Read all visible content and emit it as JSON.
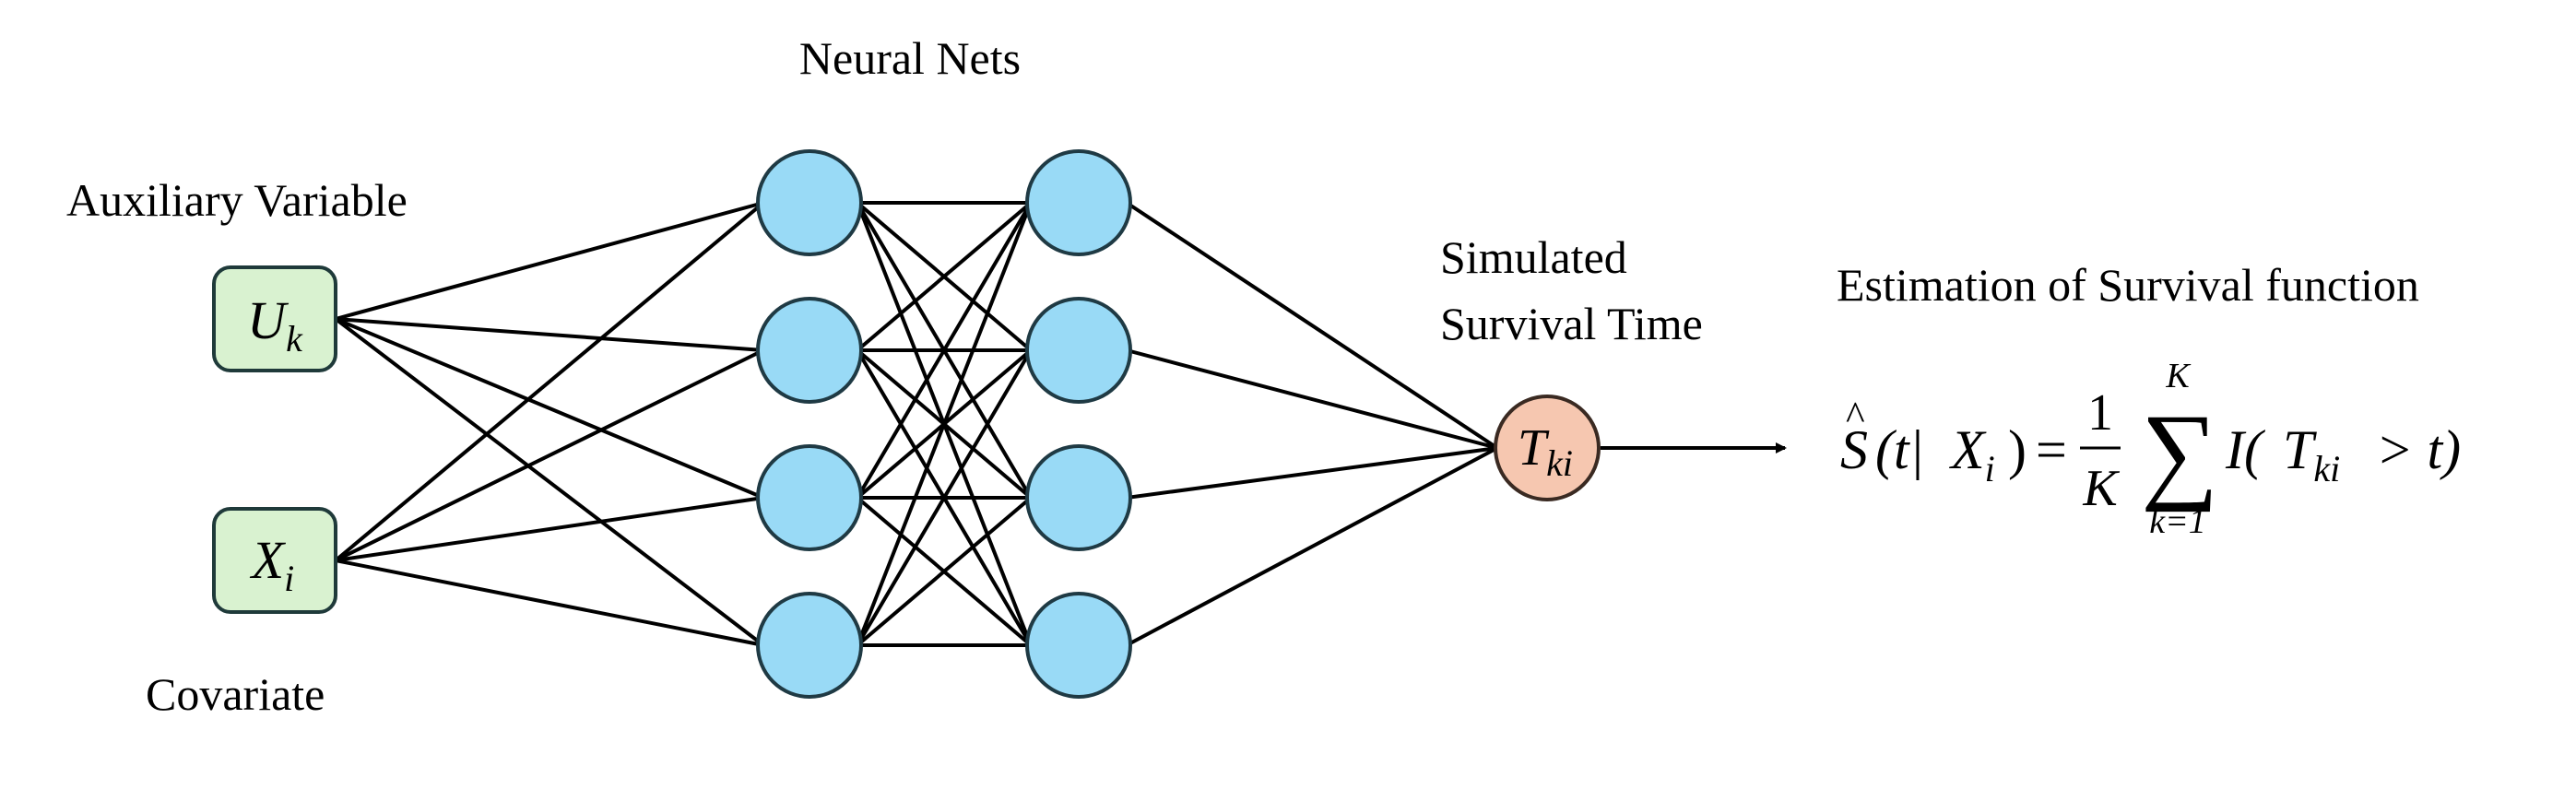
{
  "labels": {
    "neural_nets": "Neural Nets",
    "auxiliary_variable": "Auxiliary Variable",
    "covariate": "Covariate",
    "simulated_line1": "Simulated",
    "simulated_line2": "Survival Time",
    "estimation": "Estimation of Survival function"
  },
  "inputs": {
    "u": {
      "base": "U",
      "sub": "k"
    },
    "x": {
      "base": "X",
      "sub": "i"
    }
  },
  "output": {
    "base": "T",
    "sub": "ki"
  },
  "formula": {
    "lhs_base": "S",
    "lhs_hat": "^",
    "lhs_args_open": "(t|",
    "lhs_x": "X",
    "lhs_x_sub": "i",
    "lhs_close": ")",
    "equals": "=",
    "frac_num": "1",
    "frac_den": "K",
    "sum_symbol": "∑",
    "sum_upper": "K",
    "sum_lower": "k=1",
    "indicator": "I(",
    "ind_t": "T",
    "ind_t_sub": "ki",
    "ind_rest": " > t)"
  },
  "colors": {
    "input_fill": "#d9f2d0",
    "input_stroke": "#1f3a3a",
    "neuron_fill": "#99daf6",
    "neuron_stroke": "#1f3a44",
    "output_fill": "#f6c7b0",
    "output_stroke": "#3a2a22",
    "edge": "#000000"
  },
  "network": {
    "hidden_layers": 2,
    "neurons_per_layer": 4
  }
}
